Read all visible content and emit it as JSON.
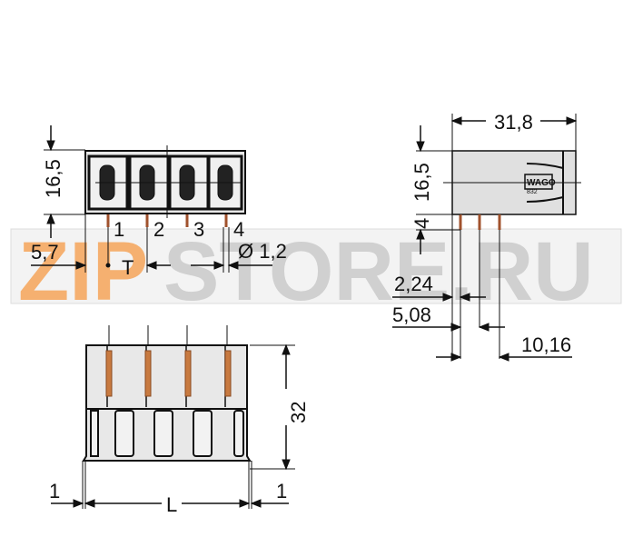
{
  "drawing": {
    "title": "Terminal block technical drawing",
    "watermark": {
      "text_zip": "ZIP",
      "text_rest": "STORE.RU",
      "zip_color": "#f5b070",
      "rest_color": "#d0d0d0"
    },
    "front_view": {
      "height_label": "16,5",
      "pin_offset_label": "5,7",
      "pitch_label": "T",
      "pin_diameter_label": "Ø 1,2",
      "pin_numbers": [
        "1",
        "2",
        "3",
        "4"
      ]
    },
    "side_view": {
      "width_label": "31,8",
      "height_label": "16,5",
      "pin_length_label": "4",
      "pin_spacing_1_label": "2,24",
      "pin_spacing_2_label": "5,08",
      "pin_spacing_3_label": "10,16",
      "logo_text": "WAGO",
      "logo_subtext": "832"
    },
    "bottom_view": {
      "height_label": "32",
      "length_label": "L",
      "left_margin_label": "1",
      "right_margin_label": "1"
    },
    "colors": {
      "line": "#111111",
      "body_fill": "#e8e8e8",
      "pin": "#a0522d"
    }
  }
}
